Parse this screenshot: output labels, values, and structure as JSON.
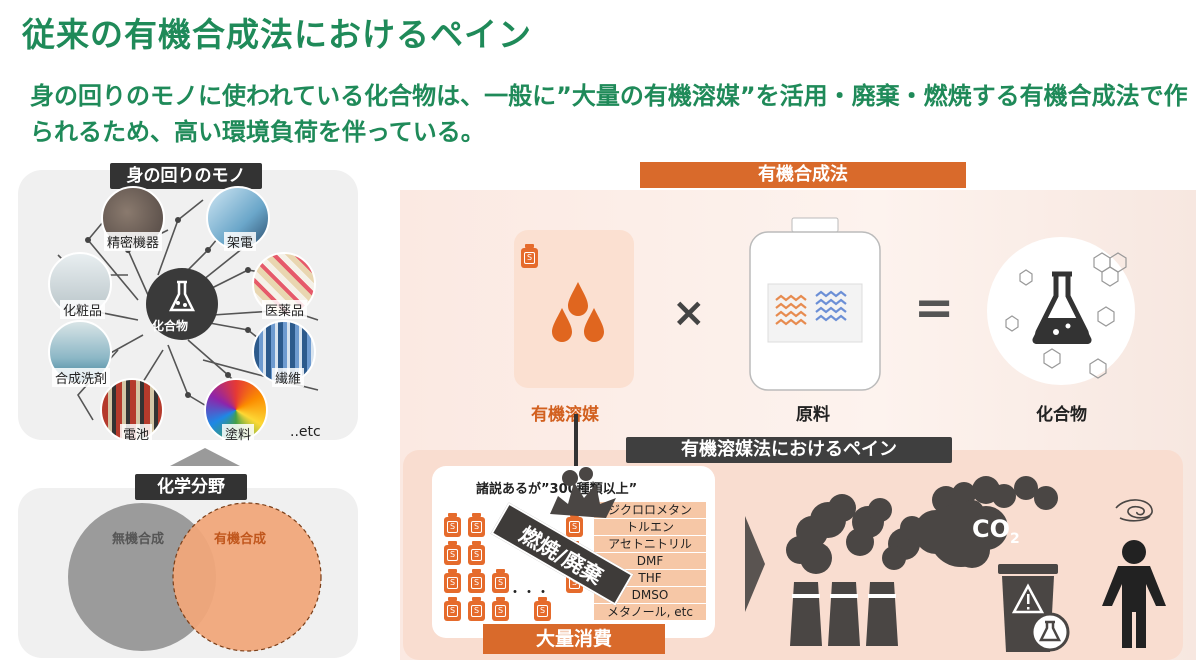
{
  "title": "従来の有機合成法におけるペイン",
  "subtitle": "身の回りのモノに使われている化合物は、一般に”大量の有機溶媒”を活用・廃棄・燃焼する有機合成法で作られるため、高い環境負荷を伴っている。",
  "left": {
    "header": "身の回りのモノ",
    "center": "化合物",
    "items": [
      "精密機器",
      "架電",
      "化粧品",
      "医薬品",
      "合成洗剤",
      "繊維",
      "電池",
      "塗料"
    ],
    "etc": "..etc",
    "venn_header": "化学分野",
    "venn_left": "無機合成",
    "venn_right": "有機合成"
  },
  "synthesis": {
    "header": "有機合成法",
    "solvent_label": "有機溶媒",
    "raw_label": "原料",
    "compound_label": "化合物",
    "times": "×",
    "equals": "="
  },
  "pain": {
    "header": "有機溶媒法におけるペイン",
    "variety": "諸説あるが”300種類以上”",
    "solvents": [
      "ジクロロメタン",
      "トルエン",
      "アセトニトリル",
      "DMF",
      "THF",
      "DMSO",
      "メタノール, etc"
    ],
    "stamp": "燃焼/廃棄",
    "ellipsis": "・・・",
    "consumption": "大量消費",
    "co2": "CO",
    "co2_sub": "2"
  },
  "colors": {
    "green": "#1f8a59",
    "orange": "#d96a2b",
    "dark": "#333333",
    "smoke": "#4a4644"
  }
}
